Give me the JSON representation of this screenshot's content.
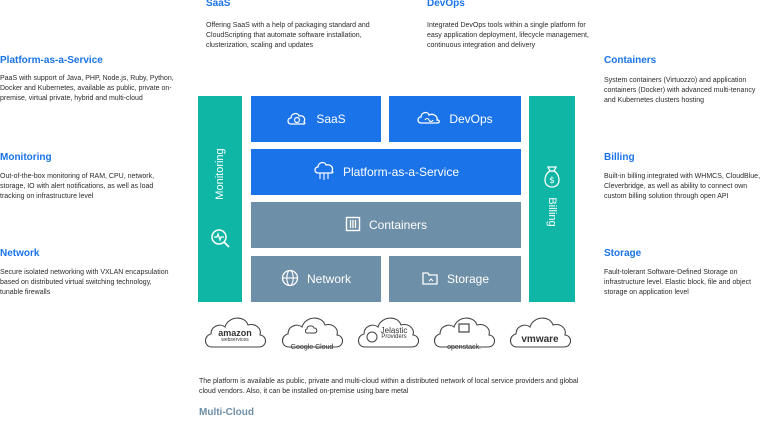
{
  "top": {
    "saas": {
      "title": "SaaS",
      "text": "Offering SaaS with a help of packaging standard and CloudScripting that automate software installation, clusterization, scaling and updates"
    },
    "devops": {
      "title": "DevOps",
      "text": "Integrated DevOps tools within a single platform for easy application deployment, lifecycle management, continuous integration and delivery"
    }
  },
  "left": [
    {
      "title": "Platform-as-a-Service",
      "text": "PaaS with support of Java, PHP, Node.js, Ruby, Python, Docker and Kubernetes, available as public, private on-premise, virtual private, hybrid and multi-cloud"
    },
    {
      "title": "Monitoring",
      "text": "Out-of-the-box monitoring of RAM, CPU, network, storage, IO with alert notifications, as well as load tracking on infrastructure level"
    },
    {
      "title": "Network",
      "text": "Secure isolated networking with VXLAN encapsulation based on distributed virtual switching technology, tunable firewalls"
    }
  ],
  "right": [
    {
      "title": "Containers",
      "text": "System containers (Virtuozzo) and application containers (Docker) with advanced multi-tenancy and Kubernetes clusters hosting"
    },
    {
      "title": "Billing",
      "text": "Built-in billing integrated with WHMCS, CloudBlue, Cleverbridge, as well as ability to connect own custom billing solution through open API"
    },
    {
      "title": "Storage",
      "text": "Fault-tolerant Software-Defined Storage on infrastructure level. Elastic block, file and object storage on application level"
    }
  ],
  "diagram": {
    "saas": "SaaS",
    "devops": "DevOps",
    "paas": "Platform-as-a-Service",
    "containers": "Containers",
    "network": "Network",
    "storage": "Storage",
    "monitoring": "Monitoring",
    "billing": "Billing"
  },
  "providers": {
    "amazon": "amazon",
    "amazon_sub": "webservices",
    "google": "Google Cloud",
    "jelastic": "Jelastic",
    "jelastic_sub": "Providers",
    "openstack": "openstack.",
    "vmware": "vmware"
  },
  "bottom": {
    "text": "The platform is available as public, private and multi-cloud within a distributed network of local service providers and global cloud vendors. Also, it can be installed on-premise using bare metal",
    "title": "Multi-Cloud"
  },
  "colors": {
    "blue": "#1a73e8",
    "gray": "#6e8fa8",
    "teal": "#0fb5a5"
  }
}
